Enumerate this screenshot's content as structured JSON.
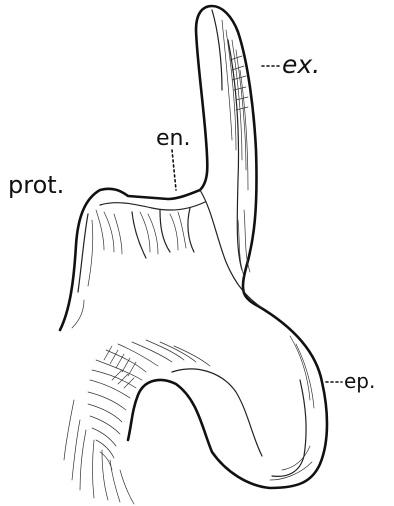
{
  "labels": {
    "ex": "ex.",
    "en": "en.",
    "prot": "prot.",
    "ep": "ep."
  }
}
